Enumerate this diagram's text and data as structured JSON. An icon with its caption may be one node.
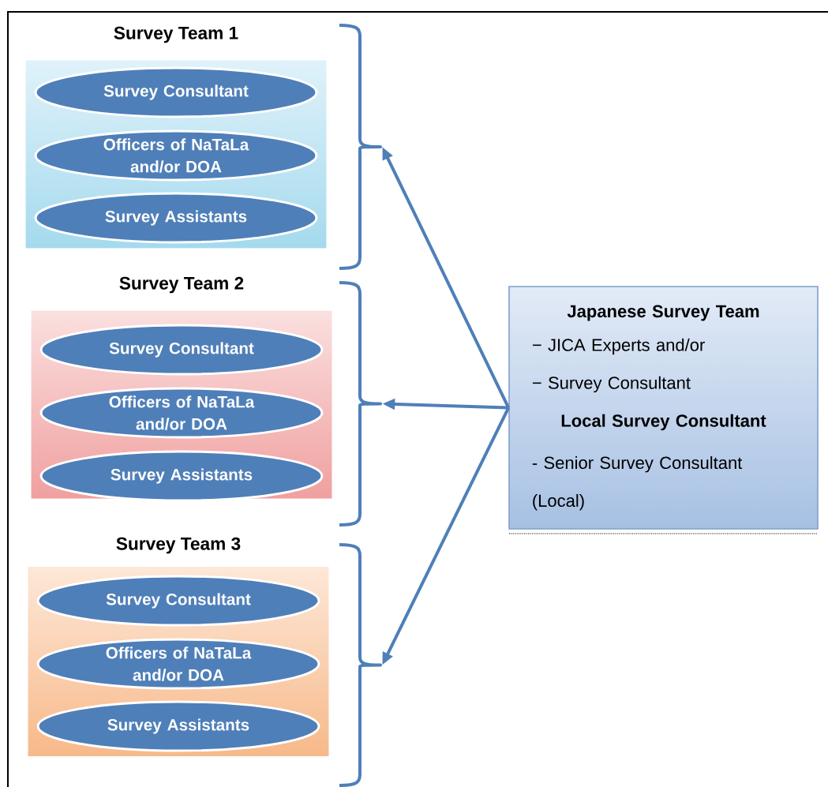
{
  "diagram": {
    "nodes": [
      {
        "text": [
          "Survey Team 1"
        ]
      },
      {
        "text": [
          "Survey Consultant"
        ],
        "in": 0
      },
      {
        "text": [
          "Officers  of NaTaLa and/or DOA"
        ],
        "in": 0
      },
      {
        "text": [
          "Survey Assistants"
        ],
        "in": 0
      },
      {
        "text": [
          "Survey Team 2"
        ]
      },
      {
        "text": [
          "Survey Consultant"
        ],
        "in": 4
      },
      {
        "text": [
          "Officers  of NaTaLa and/or DOA"
        ],
        "in": 4
      },
      {
        "text": [
          "Survey Assistants"
        ],
        "in": 4
      },
      {
        "text": [
          "Survey Team 3"
        ]
      },
      {
        "text": [
          "Survey Consultant"
        ],
        "in": 8
      },
      {
        "text": [
          "Officers  of NaTaLa and/or DOA"
        ],
        "in": 8
      },
      {
        "text": [
          "Survey Assistants"
        ],
        "in": 8
      },
      {
        "text": [],
        "shape": "brace"
      },
      {
        "text": [],
        "shape": "brace"
      },
      {
        "text": [],
        "shape": "brace"
      },
      {
        "text": [
          "Japanese Survey Team",
          "− JICA Experts and/or",
          "− Survey Consultant",
          "Local Survey Consultant",
          "- Senior Survey Consultant (Local)"
        ]
      }
    ],
    "edges": [
      {
        "from": 15,
        "to": 12,
        "arrow": "to"
      },
      {
        "from": 15,
        "to": 13,
        "arrow": "to"
      },
      {
        "from": 15,
        "to": 14,
        "arrow": "to"
      }
    ]
  }
}
